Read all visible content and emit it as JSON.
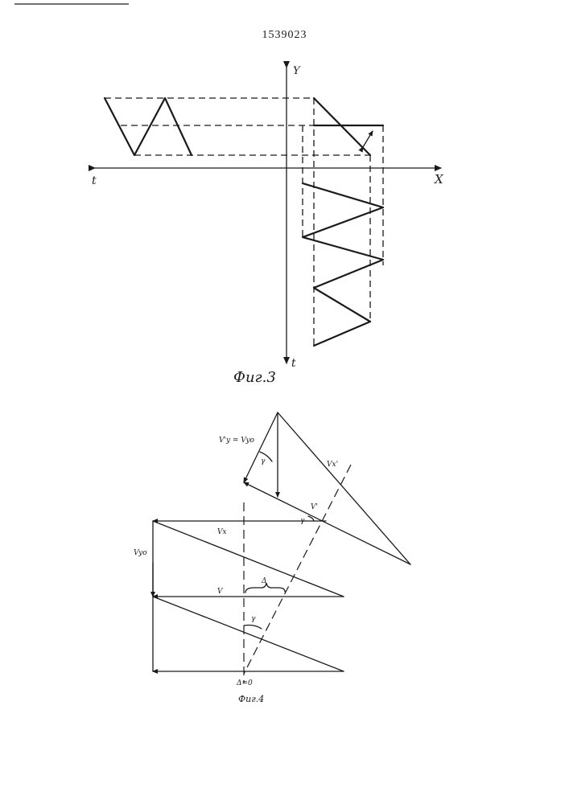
{
  "document": {
    "patent_number": "1539023"
  },
  "figure3": {
    "caption": "Фиг.3",
    "axis_y_label": "Y",
    "axis_x_label": "X",
    "axis_t_left_label": "t",
    "axis_t_bottom_label": "t"
  },
  "figure4": {
    "caption": "Фиг.4",
    "label_vy_eq": "V'y = Vyo",
    "label_gamma_top": "γ",
    "label_vx_prime": "Vx'",
    "label_v_prime": "V'",
    "label_gamma_mid": "γ",
    "label_vx": "Vx",
    "label_vyo": "Vyo",
    "label_v": "V",
    "label_delta": "Δ",
    "label_gamma_low": "γ",
    "label_delta_zero": "Δ=0"
  }
}
